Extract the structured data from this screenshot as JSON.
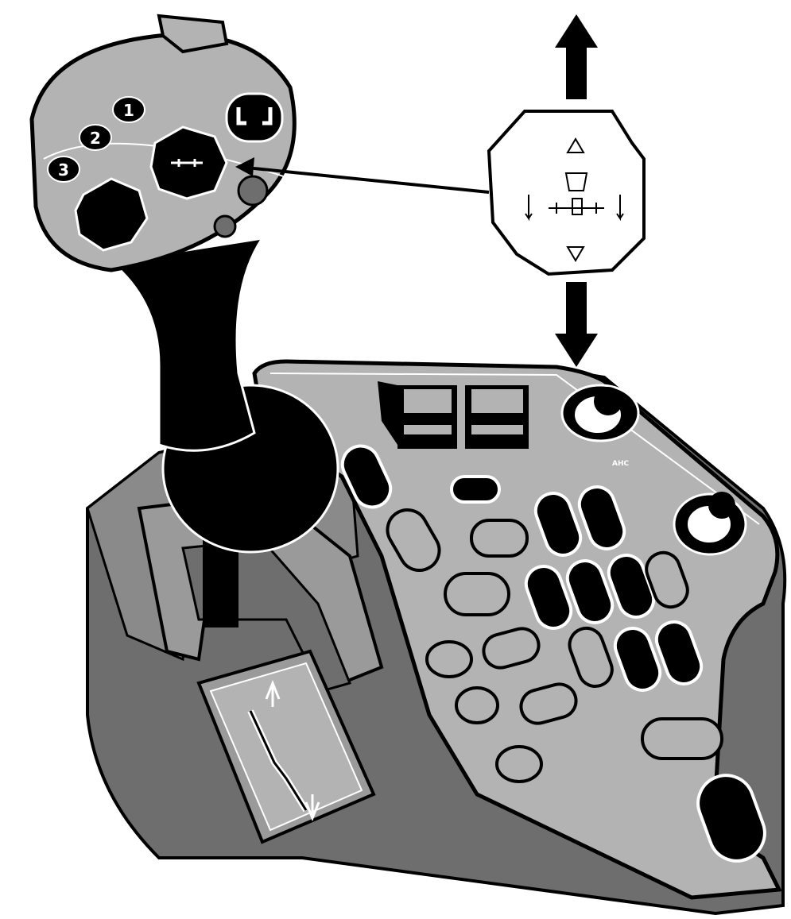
{
  "joystick": {
    "buttons": {
      "memory_1": "1",
      "memory_2": "2",
      "memory_3": "3"
    }
  },
  "console": {
    "knob_label": "AHC"
  },
  "colors": {
    "body_gray": "#b3b3b3",
    "dark_gray": "#6e6e6e",
    "black": "#000000",
    "white": "#ffffff"
  }
}
